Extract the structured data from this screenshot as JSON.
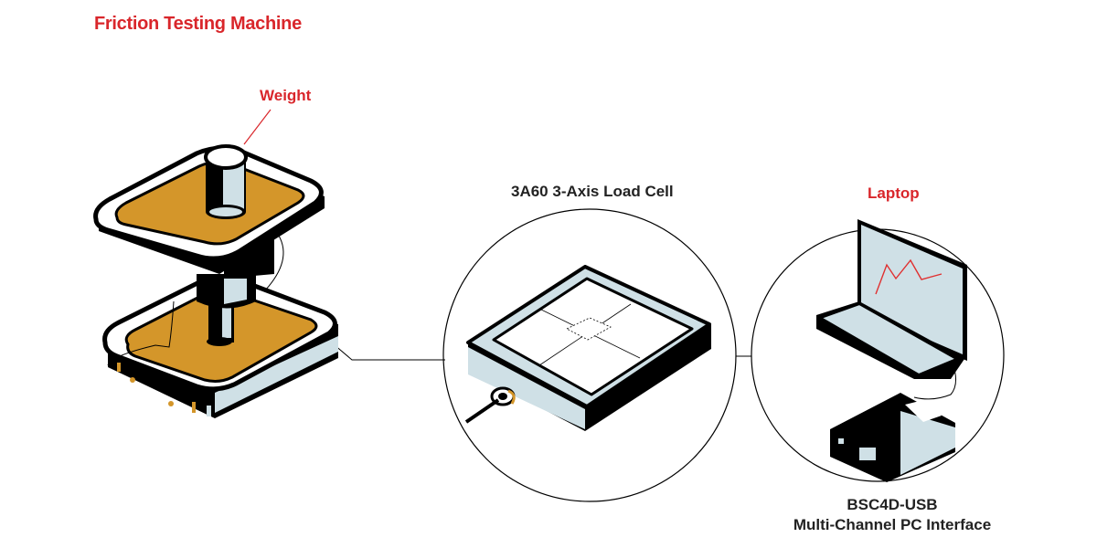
{
  "title": "Friction Testing Machine",
  "labels": {
    "weight": "Weight",
    "load_cell": "3A60 3-Axis Load Cell",
    "laptop": "Laptop",
    "interface_line1": "BSC4D-USB",
    "interface_line2": "Multi-Channel PC Interface"
  },
  "colors": {
    "accent_red": "#d9262b",
    "platform_orange": "#d4962a",
    "light_blue": "#cfe0e6",
    "outline": "#000000"
  }
}
